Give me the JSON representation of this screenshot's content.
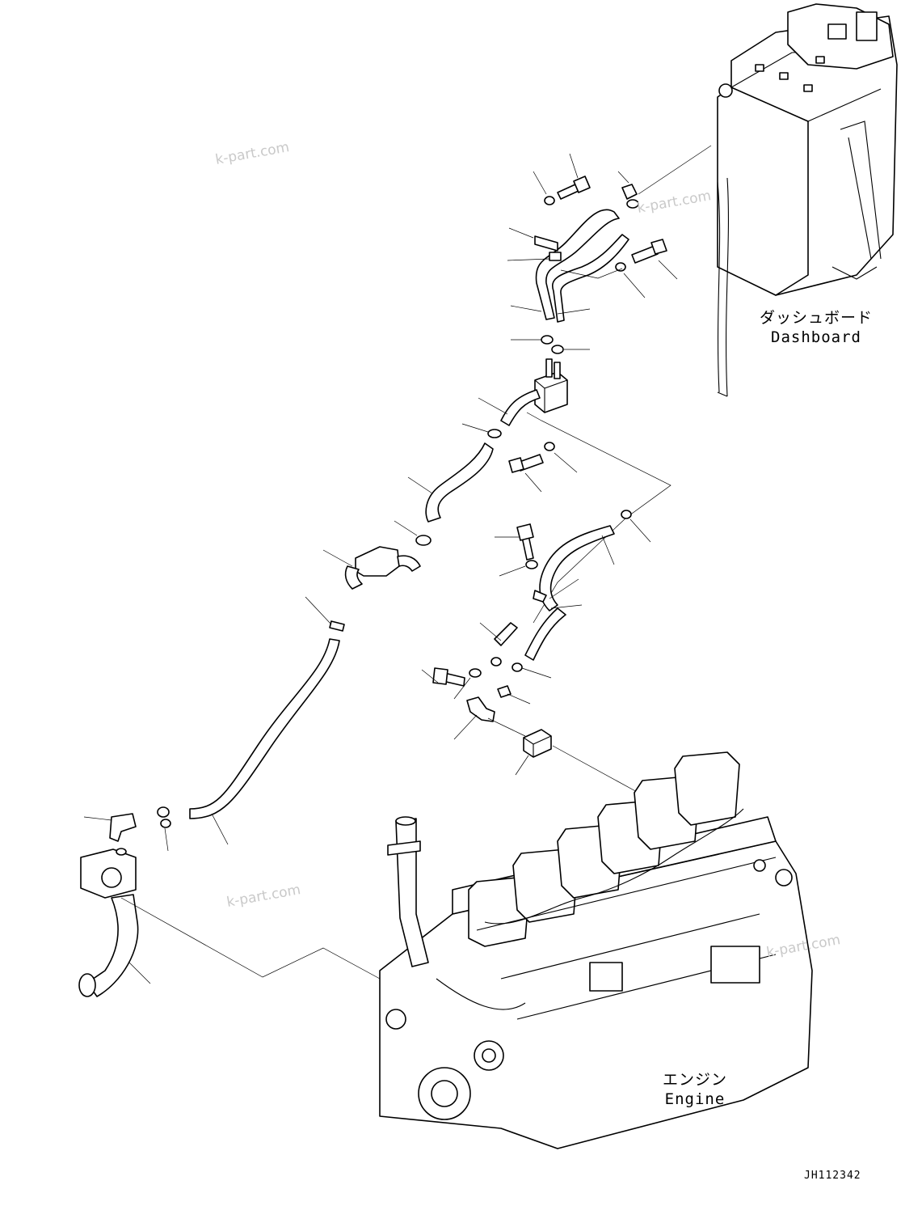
{
  "labels": {
    "dashboard_jp": "ダッシュボード",
    "dashboard_en": "Dashboard",
    "engine_jp": "エンジン",
    "engine_en": "Engine"
  },
  "watermarks": [
    "k-part.com",
    "k-part.com",
    "k-part.com",
    "k-part.com"
  ],
  "drawing_code": "JH112342"
}
